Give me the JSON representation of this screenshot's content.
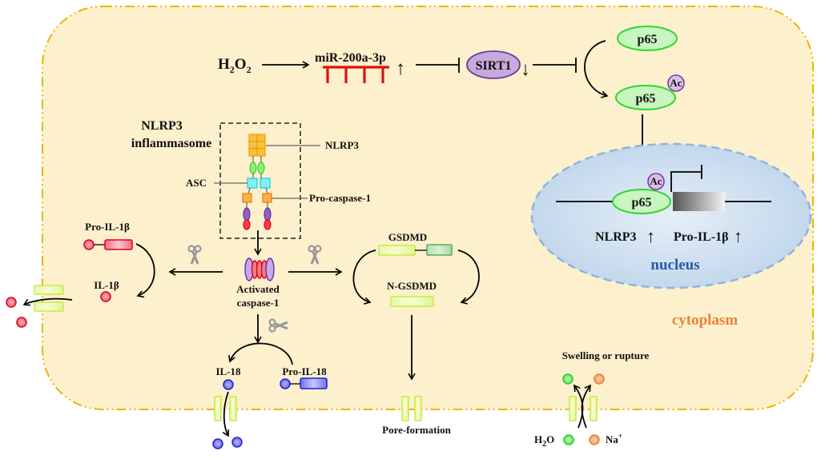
{
  "colors": {
    "cytoplasm_fill": "#fdf0cc",
    "membrane": "#f0b400",
    "nucleus_fill": "#cfe1f2",
    "nucleus_border": "#8db4dc",
    "p65_fill": "#c8f5c0",
    "p65_border": "#2ed82e",
    "sirt1_fill": "#c9a8dc",
    "sirt1_border": "#6a3a9a",
    "mirna": "#e01010",
    "cytoplasm_label": "#e8823a",
    "nucleus_label": "#2a5aa0",
    "il1b": "#e03040",
    "il18": "#2a30d0",
    "gsdmd": "#e8f7a0",
    "gsdmd_c": "#a8d8a0",
    "scissors": "#999999"
  },
  "labels": {
    "h2o2_main": "H",
    "h2o2_sub1": "2",
    "h2o2_o": "O",
    "h2o2_sub2": "2",
    "mirna": "miR-200a-3p",
    "sirt1": "SIRT1",
    "p65_top": "p65",
    "p65_ac": "p65",
    "p65_nucleus": "p65",
    "ac": "Ac",
    "nlrp3_inflammasome_line1": "NLRP3",
    "nlrp3_inflammasome_line2": "inflammasome",
    "nlrp3": "NLRP3",
    "asc": "ASC",
    "pro_caspase1": "Pro-caspase-1",
    "activated_caspase1_line1": "Activated",
    "activated_caspase1_line2": "caspase-1",
    "pro_il1b": "Pro-IL-1β",
    "il1b": "IL-1β",
    "gsdmd": "GSDMD",
    "n_gsdmd": "N-GSDMD",
    "il18": "IL-18",
    "pro_il18": "Pro-IL-18",
    "pore_formation": "Pore-formation",
    "swelling": "Swelling or rupture",
    "h2o_h": "H",
    "h2o_sub": "2",
    "h2o_o": "O",
    "na": "Na",
    "na_sup": "+",
    "nucleus_gene_nlrp3": "NLRP3",
    "nucleus_gene_pro_il1b": "Pro-IL-1β",
    "nucleus": "nucleus",
    "cytoplasm": "cytoplasm",
    "up_arrow": "↑",
    "down_arrow": "↓"
  }
}
